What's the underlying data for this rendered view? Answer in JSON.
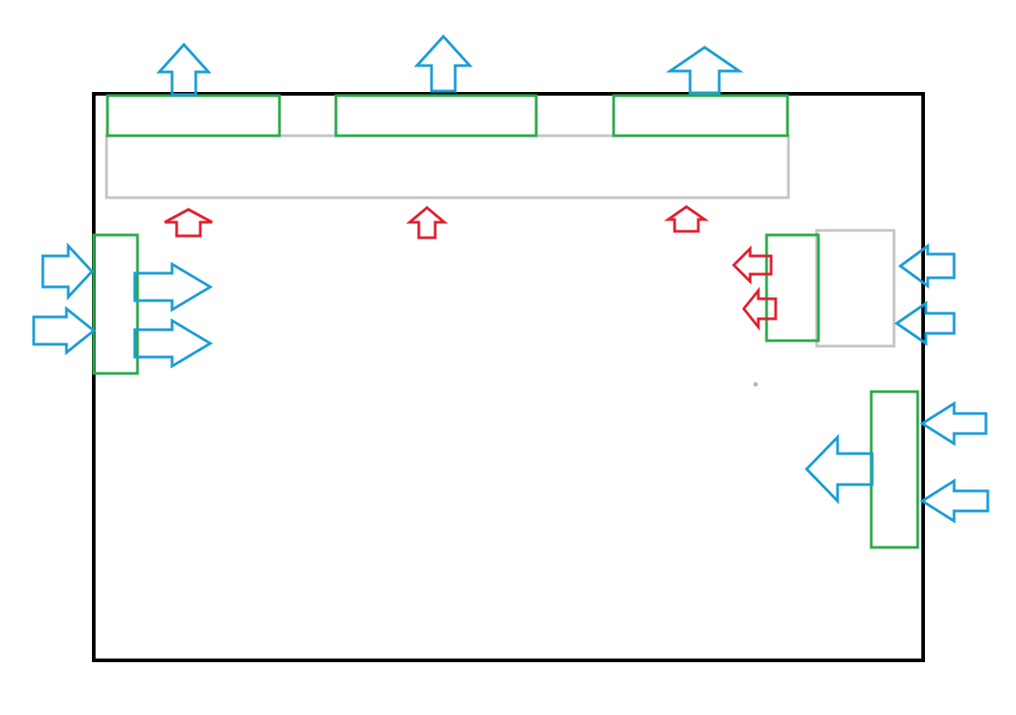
{
  "colors": {
    "background": "#ffffff",
    "frame": "#000000",
    "box": "#2aaa4a",
    "panel": "#c4c4c4",
    "arrow_blue": "#1a9ed8",
    "arrow_red": "#e02030",
    "dot": "#b4b4b4"
  },
  "diagram": {
    "title": "",
    "elements": [
      {
        "name": "outer-frame",
        "kind": "frame"
      },
      {
        "name": "top-panel",
        "kind": "panel"
      },
      {
        "name": "right-panel",
        "kind": "panel"
      },
      {
        "name": "top-box-left",
        "kind": "box"
      },
      {
        "name": "top-box-middle",
        "kind": "box"
      },
      {
        "name": "top-box-right",
        "kind": "box"
      },
      {
        "name": "left-box",
        "kind": "box"
      },
      {
        "name": "right-box-upper",
        "kind": "box"
      },
      {
        "name": "right-box-lower",
        "kind": "box"
      },
      {
        "name": "stray-dot",
        "kind": "dot"
      }
    ],
    "arrows": [
      {
        "name": "arrow-up-blue-1",
        "color": "blue",
        "direction": "up"
      },
      {
        "name": "arrow-up-blue-2",
        "color": "blue",
        "direction": "up"
      },
      {
        "name": "arrow-up-blue-3",
        "color": "blue",
        "direction": "up"
      },
      {
        "name": "arrow-up-red-1",
        "color": "red",
        "direction": "up"
      },
      {
        "name": "arrow-up-red-2",
        "color": "red",
        "direction": "up"
      },
      {
        "name": "arrow-up-red-3",
        "color": "red",
        "direction": "up"
      },
      {
        "name": "arrow-right-blue-outer-1",
        "color": "blue",
        "direction": "right"
      },
      {
        "name": "arrow-right-blue-outer-2",
        "color": "blue",
        "direction": "right"
      },
      {
        "name": "arrow-right-blue-inner-1",
        "color": "blue",
        "direction": "right"
      },
      {
        "name": "arrow-right-blue-inner-2",
        "color": "blue",
        "direction": "right"
      },
      {
        "name": "arrow-left-red-1",
        "color": "red",
        "direction": "left"
      },
      {
        "name": "arrow-left-red-2",
        "color": "red",
        "direction": "left"
      },
      {
        "name": "arrow-left-blue-1",
        "color": "blue",
        "direction": "left"
      },
      {
        "name": "arrow-left-blue-2",
        "color": "blue",
        "direction": "left"
      },
      {
        "name": "arrow-left-blue-3",
        "color": "blue",
        "direction": "left"
      },
      {
        "name": "arrow-left-blue-4",
        "color": "blue",
        "direction": "left"
      },
      {
        "name": "arrow-left-blue-5",
        "color": "blue",
        "direction": "left"
      }
    ]
  }
}
